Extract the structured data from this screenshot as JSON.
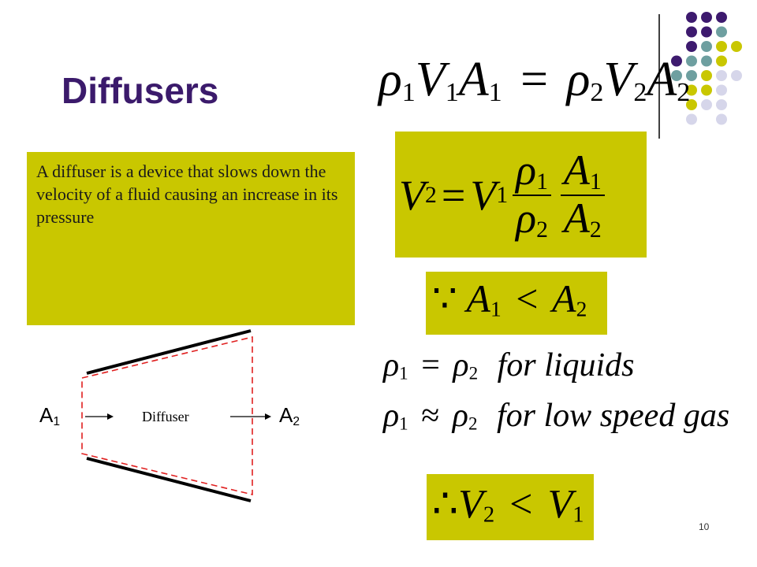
{
  "slide": {
    "title": "Diffusers",
    "description": "A diffuser is a device that slows down the velocity of a fluid causing an increase in its pressure",
    "page_number": "10"
  },
  "equations": {
    "continuity": {
      "rho": "ρ",
      "v": "V",
      "a": "A",
      "eq": "=",
      "s1": "1",
      "s2": "2"
    },
    "velocity": {
      "lhs": "V",
      "lhs_sub": "2",
      "eq": "=",
      "v1": "V",
      "v1_sub": "1",
      "rho": "ρ",
      "a": "A",
      "s1": "1",
      "s2": "2"
    },
    "area_relation": {
      "because": "∵",
      "a": "A",
      "s1": "1",
      "lt": "<",
      "s2": "2"
    },
    "liquids": {
      "rho": "ρ",
      "s1": "1",
      "eq": "=",
      "s2": "2",
      "text": "for  liquids"
    },
    "low_speed_gas": {
      "rho": "ρ",
      "s1": "1",
      "approx": "≈",
      "s2": "2",
      "text": "for  low speed gas"
    },
    "conclusion": {
      "therefore": "∴",
      "v": "V",
      "s2": "2",
      "lt": "<",
      "s1": "1"
    }
  },
  "diagram": {
    "label_inlet": "A",
    "label_inlet_sub": "1",
    "label_outlet": "A",
    "label_outlet_sub": "2",
    "center_label": "Diffuser"
  },
  "colors": {
    "title": "#3b1a6b",
    "box": "#c9c700",
    "dot_purple": "#3d1a6e",
    "dot_teal": "#6e9fa0",
    "dot_olive": "#c9c700",
    "dot_lavender": "#d6d6ea",
    "dashed": "#e02020"
  }
}
